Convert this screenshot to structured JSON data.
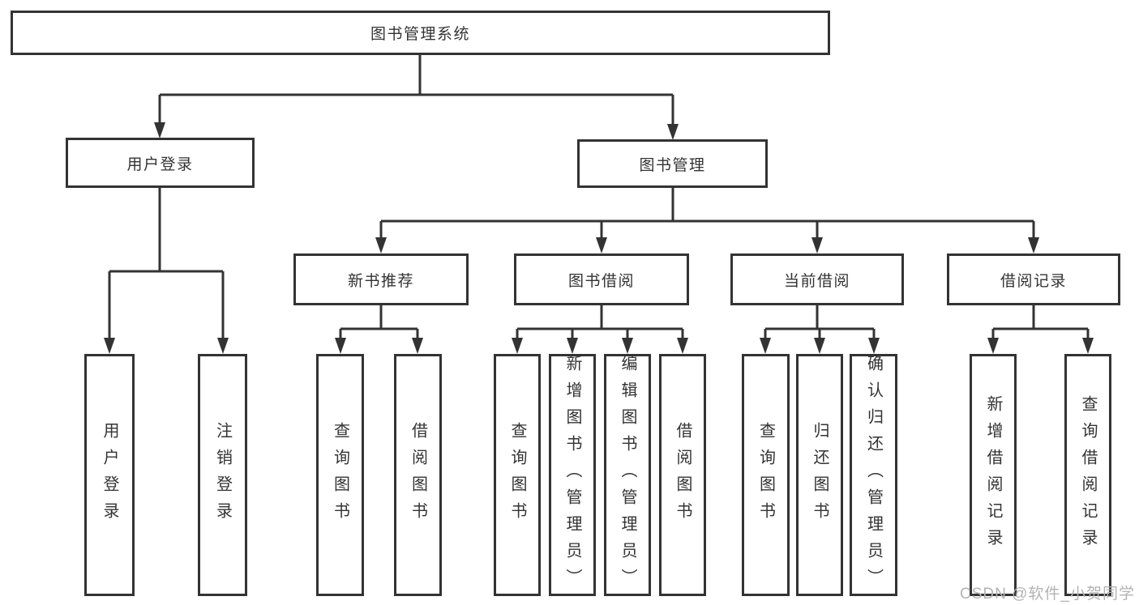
{
  "diagram_type": "hierarchy-tree",
  "tree": {
    "label": "图书管理系统",
    "children": [
      {
        "label": "用户登录",
        "children": [
          {
            "label": "用户登录"
          },
          {
            "label": "注销登录"
          }
        ]
      },
      {
        "label": "图书管理",
        "children": [
          {
            "label": "新书推荐",
            "children": [
              {
                "label": "查询图书"
              },
              {
                "label": "借阅图书"
              }
            ]
          },
          {
            "label": "图书借阅",
            "children": [
              {
                "label": "查询图书"
              },
              {
                "label": "新增图书（管理员）"
              },
              {
                "label": "编辑图书（管理员）"
              },
              {
                "label": "借阅图书"
              }
            ]
          },
          {
            "label": "当前借阅",
            "children": [
              {
                "label": "查询图书"
              },
              {
                "label": "归还图书"
              },
              {
                "label": "确认归还（管理员）"
              }
            ]
          },
          {
            "label": "借阅记录",
            "children": [
              {
                "label": "新增借阅记录"
              },
              {
                "label": "查询借阅记录"
              }
            ]
          }
        ]
      }
    ]
  },
  "watermark": "CSDN @软件_小贺同学",
  "colors": {
    "line": "#333333",
    "text": "#333333",
    "box_background": "#ffffff",
    "watermark": "#b3b3b3",
    "background": "#ffffff"
  }
}
